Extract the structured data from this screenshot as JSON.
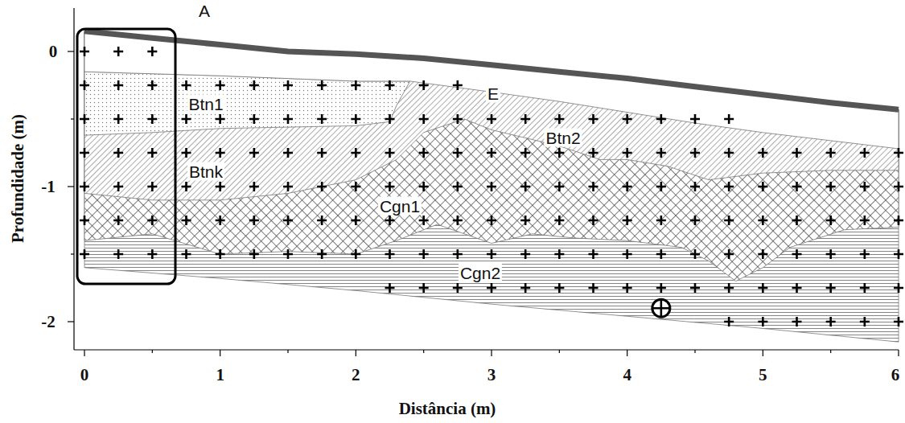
{
  "diagram": {
    "labels": [
      "A",
      "E",
      "Btn1",
      "Btn2",
      "Btnk",
      "Cgn1",
      "Cgn2",
      "0",
      "-1",
      "-2",
      "0",
      "1",
      "2",
      "3",
      "4",
      "5",
      "6",
      "Profundidade (m)",
      "Distância (m)"
    ]
  }
}
